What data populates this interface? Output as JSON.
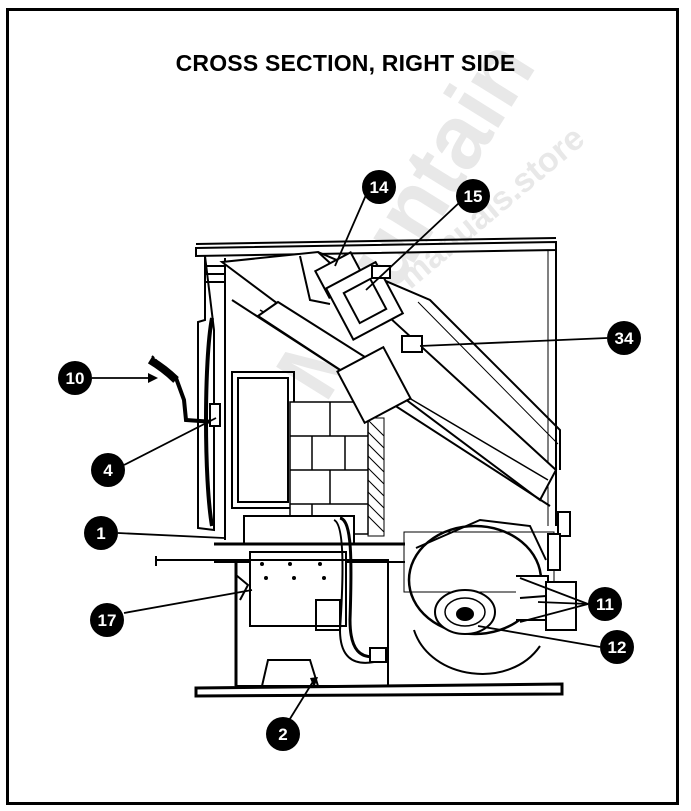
{
  "title": "CROSS SECTION, RIGHT SIDE",
  "watermark": "Mountain Manuals.store",
  "callouts": [
    {
      "label": "14",
      "part": "callout-14"
    },
    {
      "label": "15",
      "part": "callout-15"
    },
    {
      "label": "34",
      "part": "callout-34"
    },
    {
      "label": "10",
      "part": "callout-10"
    },
    {
      "label": "4",
      "part": "callout-4"
    },
    {
      "label": "1",
      "part": "callout-1"
    },
    {
      "label": "17",
      "part": "callout-17"
    },
    {
      "label": "11",
      "part": "callout-11"
    },
    {
      "label": "12",
      "part": "callout-12"
    },
    {
      "label": "2",
      "part": "callout-2"
    }
  ],
  "colors": {
    "ink": "#000000",
    "paper": "#ffffff",
    "watermark": "#e6e6e6"
  }
}
